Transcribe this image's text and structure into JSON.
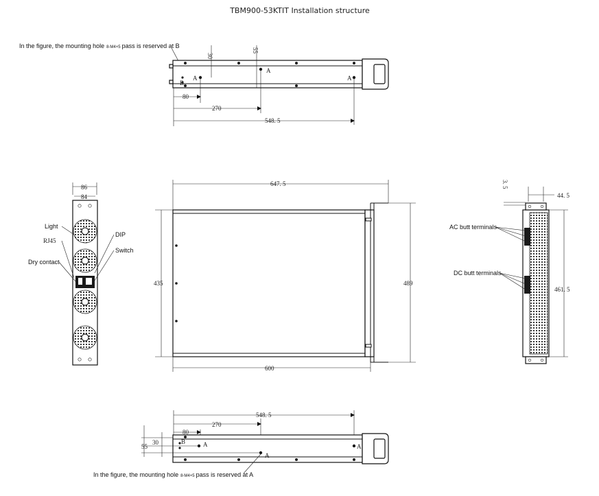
{
  "title": "TBM900-53KTIT Installation structure",
  "top_view": {
    "note_prefix": "In the figure, the mounting hole",
    "note_small": "8-M4×5",
    "note_suffix": "pass is reserved at B",
    "dims": {
      "d30": "30",
      "d55": "55",
      "d80": "80",
      "d270": "270",
      "d548": "548. 5"
    },
    "labels": {
      "a1": "A",
      "a2": "A",
      "a3": "A",
      "b1": "B"
    }
  },
  "front_view": {
    "dims": {
      "w86": "86",
      "w84": "84"
    },
    "callouts": {
      "light": "Light",
      "rj45": "RJ45",
      "dry": "Dry contact",
      "dip": "DIP",
      "switch": "Switch"
    }
  },
  "side_view": {
    "dims": {
      "len647": "647. 5",
      "h435": "435",
      "h489": "489",
      "len600": "600"
    }
  },
  "rear_view": {
    "dims": {
      "d35": "3. 5",
      "d445": "44. 5",
      "d4615": "461. 5"
    },
    "callouts": {
      "ac": "AC butt terminals",
      "dc": "DC butt terminals"
    }
  },
  "bottom_view": {
    "note_prefix": "In the figure, the mounting hole",
    "note_small": "8-M4×5",
    "note_suffix": "pass is reserved at A",
    "dims": {
      "d548": "548. 5",
      "d270": "270",
      "d80": "80",
      "d30": "30",
      "d55": "55"
    },
    "labels": {
      "a1": "A",
      "a2": "A",
      "a3": "A",
      "b1": "B"
    }
  }
}
